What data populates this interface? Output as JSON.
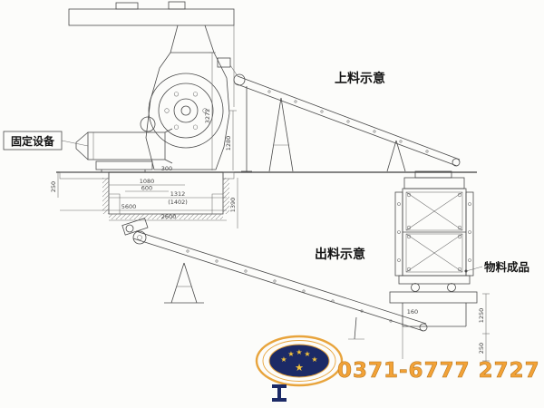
{
  "labels": {
    "fixed_equipment": "固定设备",
    "feeding_diagram": "上料示意",
    "discharge_diagram": "出料示意",
    "finished_material": "物料成品"
  },
  "dimensions": {
    "d3272": "3272",
    "d1280": "1280",
    "d250_left": "250",
    "d300": "300",
    "d1080": "1080",
    "d600": "600",
    "d1312": "1312",
    "d1402": "(1402)",
    "d5600": "5600",
    "d2600": "2600",
    "d1390": "1390",
    "d160": "160",
    "d1250_right": "1250",
    "d250_right": "250"
  },
  "watermark": {
    "phone": "0371-6777 2727",
    "star_glyph": "★",
    "brand_orange": "#f2a237",
    "star_gold": "#f5c33b",
    "navy": "#1c2a66"
  },
  "colors": {
    "line": "#4a4a4a",
    "label_text": "#141414",
    "dim_text": "#444444",
    "background": "#fcfcfa"
  }
}
